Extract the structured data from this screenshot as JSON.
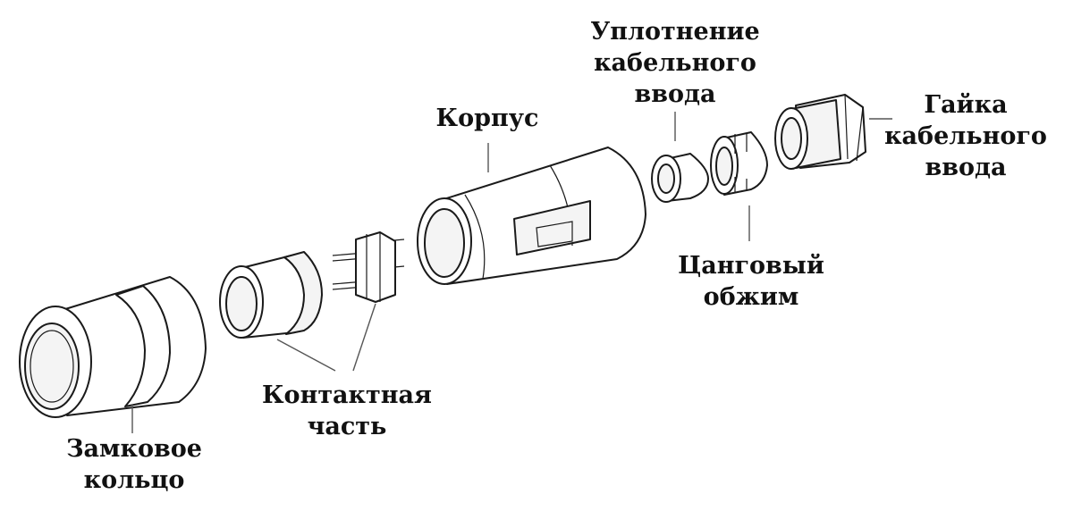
{
  "labels": {
    "locking_ring": [
      "Замковое",
      "кольцо"
    ],
    "contact_part": [
      "Контактная",
      "часть"
    ],
    "housing": [
      "Корпус"
    ],
    "cable_entry_seal": [
      "Уплотнение",
      "кабельного",
      "ввода"
    ],
    "collet_clamp": [
      "Цанговый",
      "обжим"
    ],
    "cable_entry_nut": [
      "Гайка",
      "кабельного",
      "ввода"
    ]
  }
}
